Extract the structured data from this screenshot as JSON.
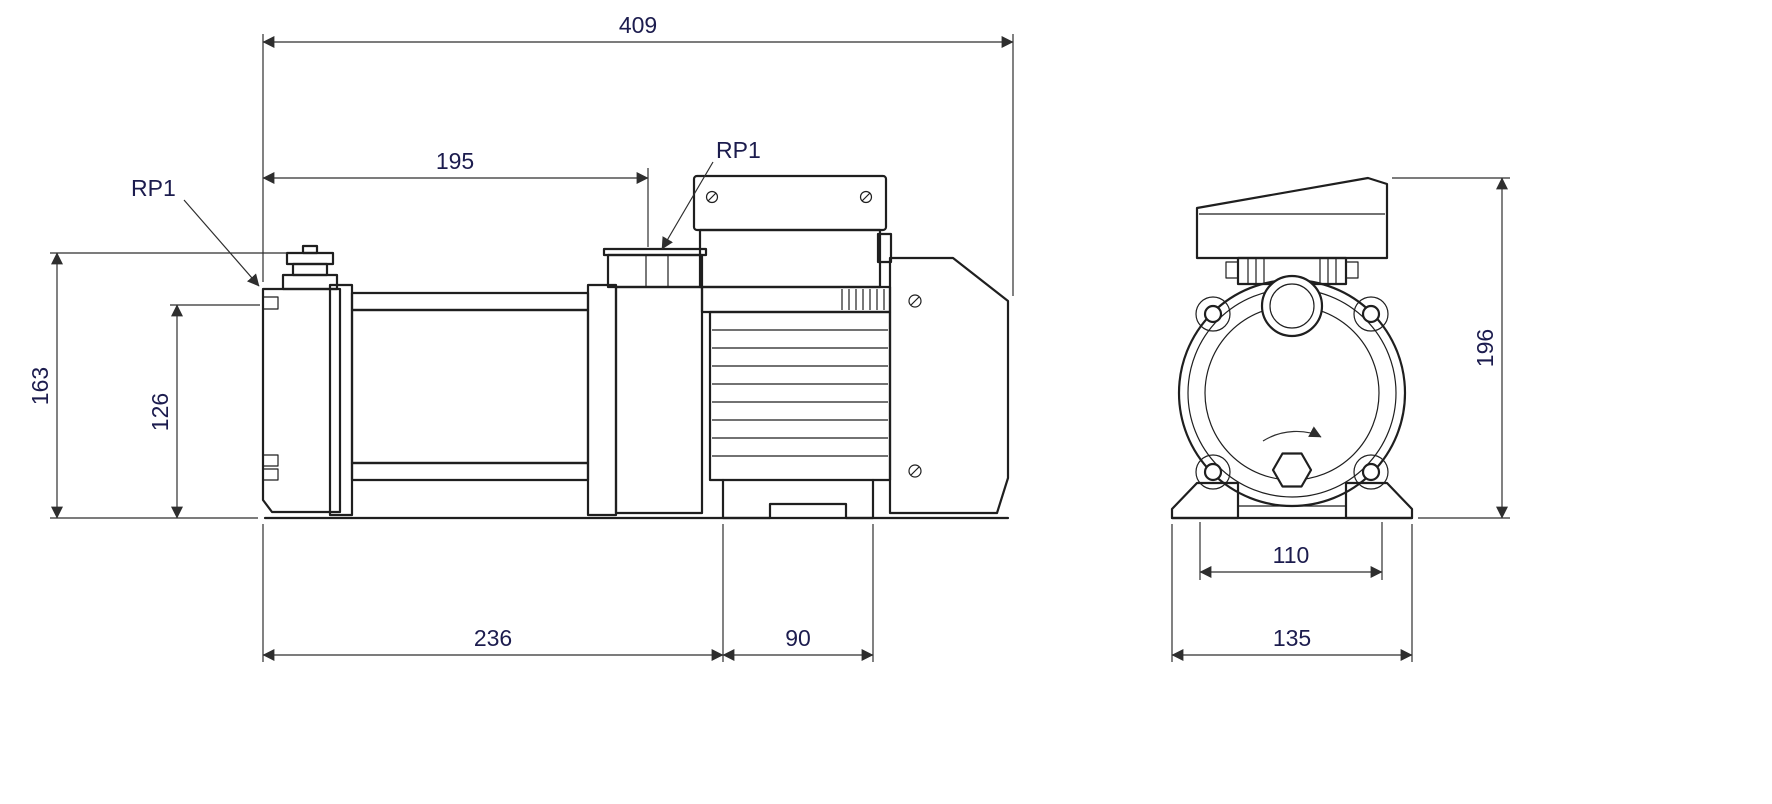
{
  "drawing": {
    "title": "pump-dimensional-drawing",
    "colors": {
      "line": "#1f1f1f",
      "dim_line": "#2e2e2e",
      "text": "#1c1c4e"
    },
    "side_view": {
      "dim_overall_length": "409",
      "dim_pump_stage_length": "195",
      "label_discharge_port": "RP1",
      "label_suction_port": "RP1",
      "dim_height_overall": "163",
      "dim_height_port_axis": "126",
      "dim_pump_body_length": "236",
      "dim_motor_foot_length": "90"
    },
    "front_view": {
      "dim_height_total": "196",
      "dim_foot_hole_spacing": "110",
      "dim_base_width": "135"
    }
  }
}
